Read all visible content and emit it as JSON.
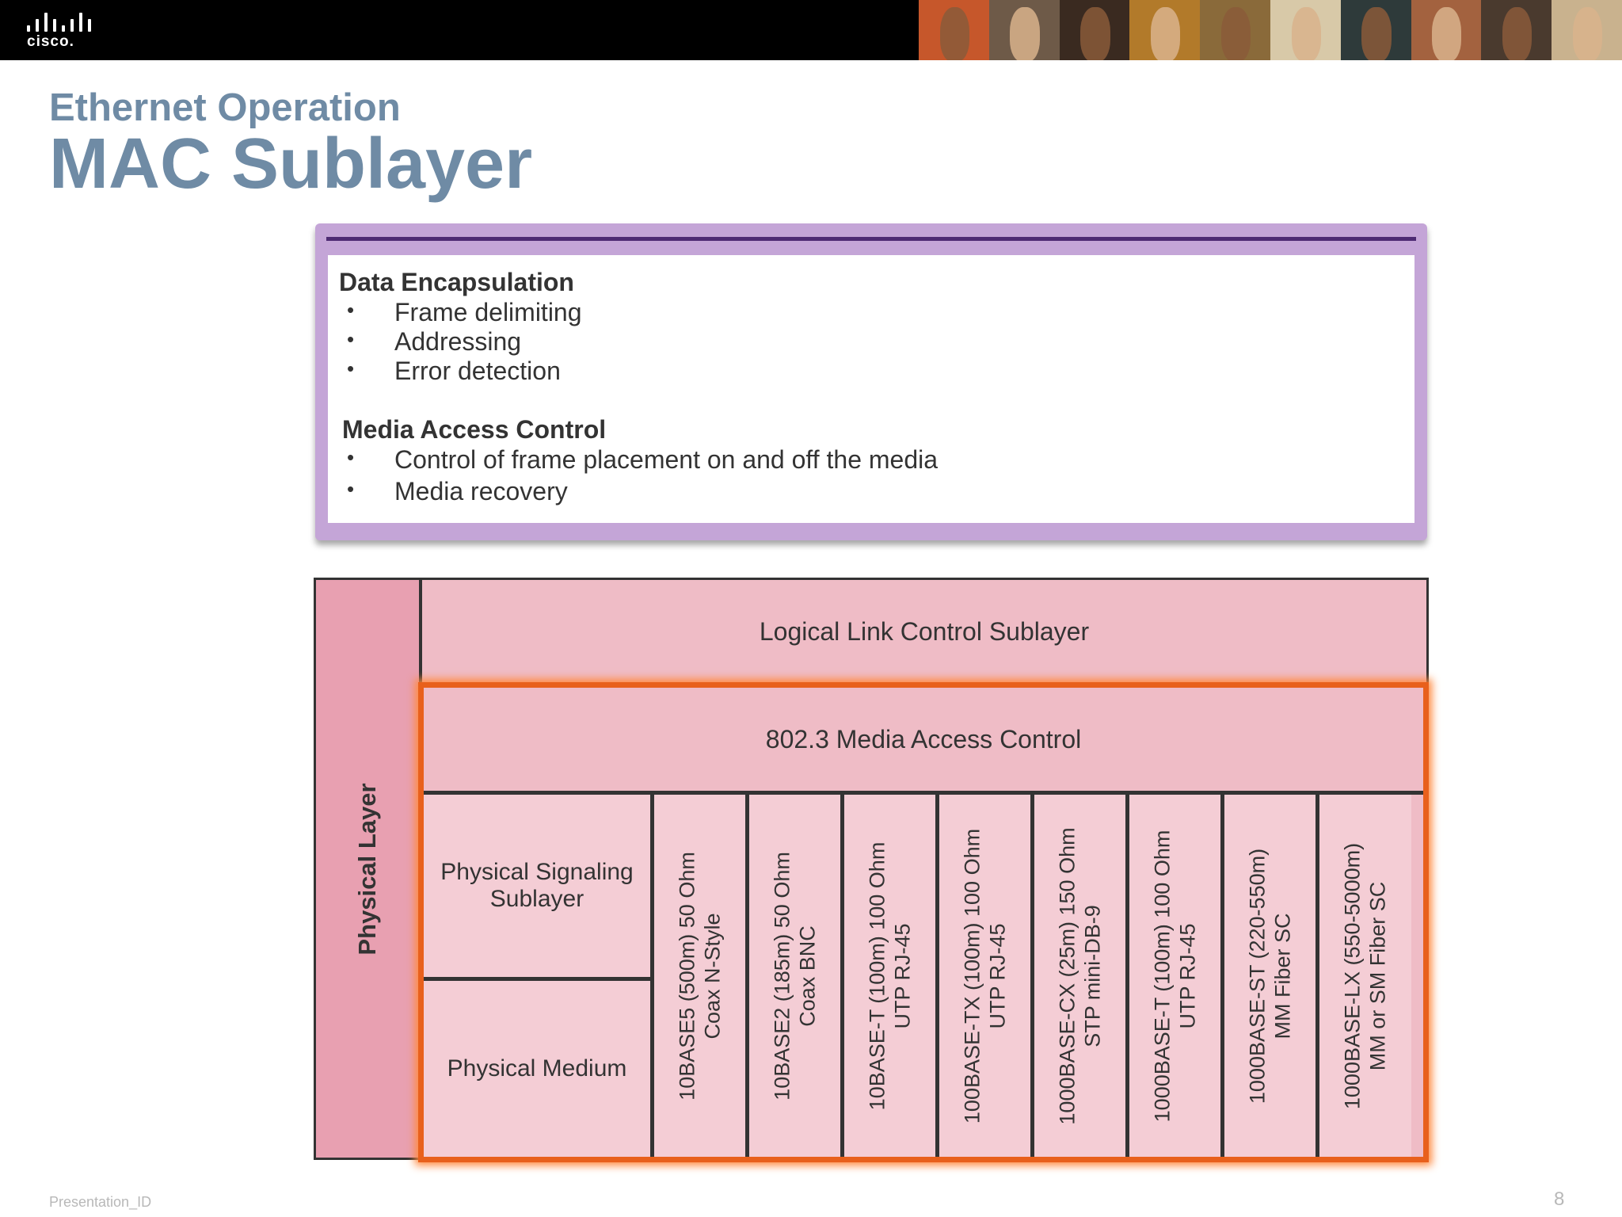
{
  "header": {
    "logo_text": "cisco.",
    "photo_colors": [
      "#c6572b",
      "#6e5a48",
      "#3a2a20",
      "#b27a2a",
      "#8a6a3a",
      "#d8c9a8",
      "#2e3a3a",
      "#a3623f",
      "#4a3a2e",
      "#c9b28e"
    ]
  },
  "title": {
    "sub": "Ethernet Operation",
    "main": "MAC Sublayer"
  },
  "info_box": {
    "section1": {
      "heading": "Data Encapsulation",
      "items": [
        "Frame delimiting",
        "Addressing",
        "Error detection"
      ]
    },
    "section2": {
      "heading": "Media Access Control",
      "items": [
        "Control of frame placement on and off the media",
        "Media recovery"
      ]
    },
    "bullet_char": "•"
  },
  "diagram": {
    "physical_layer": "Physical Layer",
    "llc": "Logical Link Control Sublayer",
    "mac": "802.3 Media Access Control",
    "signaling": [
      "Physical Signaling",
      "Sublayer"
    ],
    "medium": "Physical Medium",
    "media": [
      [
        "10BASE5 (500m) 50  Ohm",
        "Coax N-Style"
      ],
      [
        "10BASE2 (185m) 50  Ohm",
        "Coax BNC"
      ],
      [
        "10BASE-T (100m) 100  Ohm",
        "UTP RJ-45"
      ],
      [
        "100BASE-TX (100m) 100 Ohm",
        "UTP RJ-45"
      ],
      [
        "1000BASE-CX (25m) 150 Ohm",
        "STP mini-DB-9"
      ],
      [
        "1000BASE-T (100m) 100 Ohm",
        "UTP RJ-45"
      ],
      [
        "1000BASE-ST (220-550m)",
        "MM Fiber SC"
      ],
      [
        "1000BASE-LX (550-5000m)",
        "MM or SM Fiber SC"
      ]
    ]
  },
  "footer": {
    "presentation_id": "Presentation_ID",
    "page_number": "8"
  },
  "colors": {
    "title": "#6f8ba5",
    "info_border": "#c4a5d7",
    "info_rule": "#4e2b73",
    "diagram_fill": "#efbcc6",
    "physical_fill": "#e8a0b1",
    "mac_highlight": "#e8601c"
  }
}
